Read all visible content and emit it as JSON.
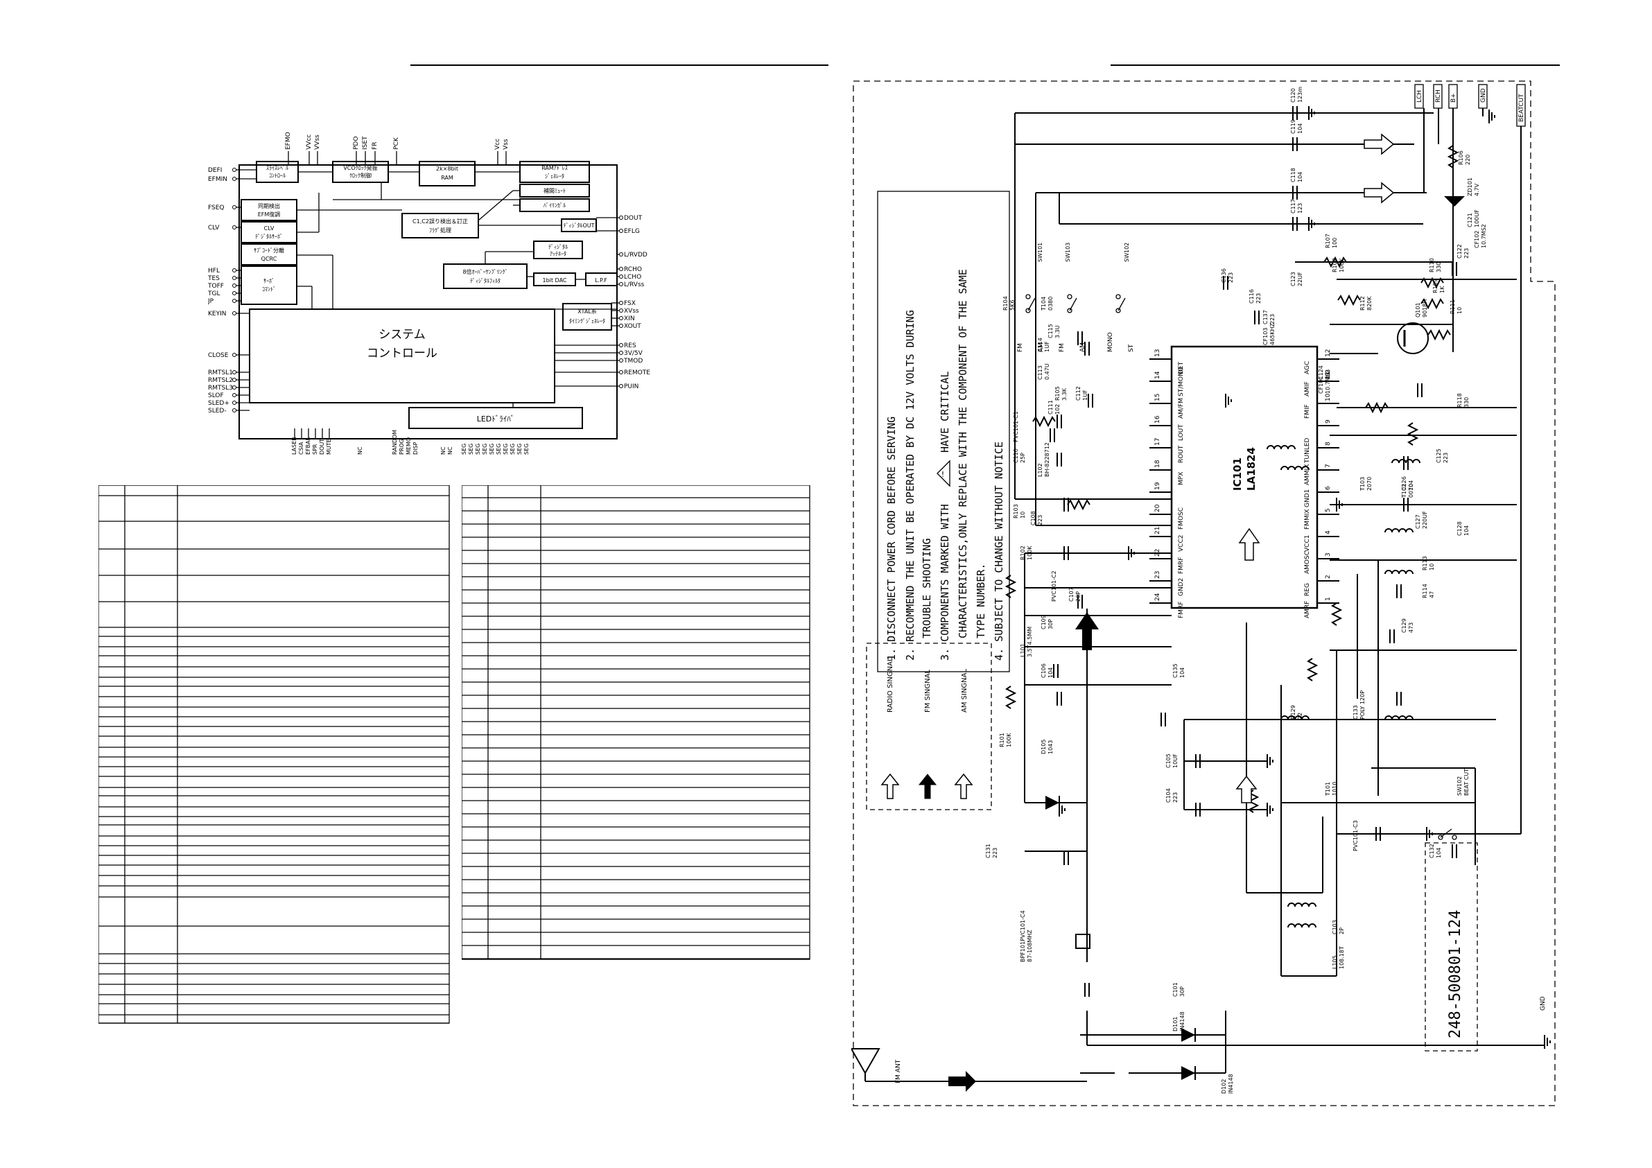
{
  "block_diagram": {
    "system_control_line1": "システム",
    "system_control_line2": "コントロール",
    "top_pins": [
      "EFMO",
      "VVcc",
      "VVss",
      "PDO",
      "ISET",
      "FR",
      "PCK",
      "Vcc",
      "Vss"
    ],
    "left_pins": [
      "DEFI",
      "EFMIN",
      "FSEQ",
      "CLV",
      "HFL",
      "TES",
      "TOFF",
      "TGL",
      "JP",
      "KEYIN",
      "CLOSE",
      "RMTSL1",
      "RMTSL2",
      "RMTSL3",
      "SLOF",
      "SLED+",
      "SLED-"
    ],
    "right_pins": [
      "DOUT",
      "EFLG",
      "L/RVDD",
      "RCHO",
      "LCHO",
      "L/RVss",
      "FSX",
      "XVss",
      "XIN",
      "XOUT",
      "RES",
      "3V/5V",
      "TMOD",
      "REMOTE",
      "PUIN"
    ],
    "bottom_pins": [
      "LASER",
      "CSIA",
      "EFBAL",
      "SPR",
      "DOUT",
      "MUTE",
      "NC",
      "RANDOM",
      "PROG",
      "MEMO",
      "DISP",
      "NC",
      "NC",
      "SEG"
    ],
    "blocks": {
      "slice_level": "ｽﾗｲｽﾚﾍﾞﾙ\nｺﾝﾄﾛｰﾙ",
      "vco": "VCOｸﾛｯｸ発振\nｸﾛｯｸ制御",
      "ram": "2k×8bit\nRAM",
      "ram_addr": "RAMｱﾄﾞﾚｽ\nｼﾞｪﾈﾚｰﾀ",
      "interp": "補間ﾐｭｰﾄ",
      "bilingual": "ﾊﾞｲﾘﾝｶﾞﾙ",
      "sync": "同期検出\nEFM復調",
      "clv": "CLV\nﾃﾞｼﾞﾀﾙｻｰﾎﾞ",
      "subcode": "ｻﾌﾞｺｰﾄﾞ分離\nQCRC",
      "servo": "ｻｰﾎﾞ\nｺﾏﾝﾄﾞ",
      "c1c2": "C1,C2誤り検出＆訂正\nﾌﾗｸﾞ処理",
      "digital_out": "ﾃﾞｨｼﾞﾀﾙOUT",
      "digital_att": "ﾃﾞｨｼﾞﾀﾙ\nｱｯﾃﾈｰﾀ",
      "oversample": "8倍ｵｰﾊﾞｰｻﾝﾌﾟﾘﾝｸﾞ\nﾃﾞｨｼﾞﾀﾙﾌｨﾙﾀ",
      "dac": "1bit DAC",
      "lpf": "L.P.F",
      "xtal": "XTAL系\nﾀｲﾐﾝｸﾞｼﾞｪﾈﾚｰﾀ",
      "led_driver": "LEDﾄﾞﾗｲﾊﾞ"
    }
  },
  "schematic": {
    "notes": [
      "1. DISCONNECT POWER CORD BEFORE SERVING",
      "2. RECOMMEND THE UNIT BE OPERATED BY DC 12V VOLTS DURING",
      "TROUBLE SHOOTING",
      "3. COMPONENTS MARKED WITH",
      "HAVE CRITICAL",
      "CHARACTERISTICS,ONLY REPLACE WITH THE COMPONENT OF THE SAME",
      "TYPE NUMBER.",
      "4. SUBJECT TO CHANGE WITHOUT NOTICE"
    ],
    "legend": [
      "RADIO SINGNAL",
      "FM SINGNAL",
      "AM SINGNAL"
    ],
    "part_number": "248-500801-124",
    "ic": {
      "ref": "IC101",
      "name": "LA1824"
    },
    "ic_left_pins": [
      {
        "n": "13",
        "label": "DET"
      },
      {
        "n": "14",
        "label": "ST/MONO"
      },
      {
        "n": "15",
        "label": "AM/FM"
      },
      {
        "n": "16",
        "label": "LOUT"
      },
      {
        "n": "17",
        "label": "ROUT"
      },
      {
        "n": "18",
        "label": "MPX"
      },
      {
        "n": "19",
        "label": ""
      },
      {
        "n": "20",
        "label": "FMOSC"
      },
      {
        "n": "21",
        "label": "VCC2"
      },
      {
        "n": "22",
        "label": "FMRF"
      },
      {
        "n": "23",
        "label": "GND2"
      },
      {
        "n": "24",
        "label": "FMRF"
      }
    ],
    "ic_right_pins": [
      {
        "n": "12",
        "label": "AGC"
      },
      {
        "n": "11",
        "label": "AMIF"
      },
      {
        "n": "10",
        "label": "FMIF"
      },
      {
        "n": "9",
        "label": ""
      },
      {
        "n": "8",
        "label": "TUNLED"
      },
      {
        "n": "7",
        "label": "AMMIX"
      },
      {
        "n": "6",
        "label": "GND1"
      },
      {
        "n": "5",
        "label": "FMMIX"
      },
      {
        "n": "4",
        "label": "VCC1"
      },
      {
        "n": "3",
        "label": "AMOSC"
      },
      {
        "n": "2",
        "label": "REG"
      },
      {
        "n": "1",
        "label": "AMRF"
      }
    ],
    "connectors": [
      "LCH",
      "RCH",
      "B+",
      "GND",
      "BEATCUT"
    ],
    "components": [
      {
        "ref": "C120",
        "value": "123m"
      },
      {
        "ref": "C119",
        "value": "104"
      },
      {
        "ref": "C118",
        "value": "104"
      },
      {
        "ref": "C117",
        "value": "123"
      },
      {
        "ref": "R106",
        "value": "220"
      },
      {
        "ref": "ZD101",
        "value": "4.7V"
      },
      {
        "ref": "C121",
        "value": "100UF"
      },
      {
        "ref": "C122",
        "value": "223"
      },
      {
        "ref": "CF102",
        "value": "10.7MS2"
      },
      {
        "ref": "R107",
        "value": "100"
      },
      {
        "ref": "R108",
        "value": "100K"
      },
      {
        "ref": "R110",
        "value": "330"
      },
      {
        "ref": "R109",
        "value": "1K"
      },
      {
        "ref": "Q101",
        "value": "9018H"
      },
      {
        "ref": "R112",
        "value": "820K"
      },
      {
        "ref": "R111",
        "value": "10"
      },
      {
        "ref": "C123",
        "value": "22UF"
      },
      {
        "ref": "C137",
        "value": "223"
      },
      {
        "ref": "CF103",
        "value": "465KHZ"
      },
      {
        "ref": "C124",
        "value": "103"
      },
      {
        "ref": "R118",
        "value": "330"
      },
      {
        "ref": "CF101",
        "value": "10.7MS2"
      },
      {
        "ref": "C125",
        "value": "223"
      },
      {
        "ref": "T102",
        "value": "0070"
      },
      {
        "ref": "C126",
        "value": "104"
      },
      {
        "ref": "T103",
        "value": "2070"
      },
      {
        "ref": "C127",
        "value": "220UF"
      },
      {
        "ref": "C128",
        "value": "104"
      },
      {
        "ref": "R113",
        "value": "10"
      },
      {
        "ref": "R114",
        "value": "47"
      },
      {
        "ref": "C129",
        "value": "473"
      },
      {
        "ref": "C116",
        "value": "223"
      },
      {
        "ref": "C136",
        "value": "223"
      },
      {
        "ref": "SW101",
        "value": ""
      },
      {
        "ref": "SW103",
        "value": ""
      },
      {
        "ref": "SW102",
        "value": ""
      },
      {
        "ref": "R104",
        "value": "5K6"
      },
      {
        "ref": "T104",
        "value": "0380"
      },
      {
        "ref": "C115",
        "value": "3.3U"
      },
      {
        "ref": "C114",
        "value": "1UF"
      },
      {
        "ref": "C113",
        "value": "0.47U"
      },
      {
        "ref": "R105",
        "value": "3.3K"
      },
      {
        "ref": "C112",
        "value": "1UF"
      },
      {
        "ref": "C111",
        "value": "102"
      },
      {
        "ref": "PVC101-C1",
        "value": ""
      },
      {
        "ref": "C110",
        "value": "25P"
      },
      {
        "ref": "L102",
        "value": "BH-8228712"
      },
      {
        "ref": "R103",
        "value": "10"
      },
      {
        "ref": "C108",
        "value": "223"
      },
      {
        "ref": "R102",
        "value": "100K"
      },
      {
        "ref": "PVC101-C2",
        "value": ""
      },
      {
        "ref": "C107",
        "value": "20P"
      },
      {
        "ref": "C109",
        "value": "30P"
      },
      {
        "ref": "L101",
        "value": "3.5T4.5MM"
      },
      {
        "ref": "C106",
        "value": "104"
      },
      {
        "ref": "C135",
        "value": "104"
      },
      {
        "ref": "R101",
        "value": "100K"
      },
      {
        "ref": "D105",
        "value": "1043"
      },
      {
        "ref": "C105",
        "value": "10UF"
      },
      {
        "ref": "C104",
        "value": "223"
      },
      {
        "ref": "R129",
        "value": "22"
      },
      {
        "ref": "C133",
        "value": "POLY 120P"
      },
      {
        "ref": "T101",
        "value": "1010"
      },
      {
        "ref": "PVC101-C3",
        "value": ""
      },
      {
        "ref": "C132",
        "value": "104"
      },
      {
        "ref": "SW102",
        "value": "BEAT CUT"
      },
      {
        "ref": "C131",
        "value": "223"
      },
      {
        "ref": "C103",
        "value": "2P"
      },
      {
        "ref": "L105",
        "value": "108.18T"
      },
      {
        "ref": "PVC101-C4",
        "value": ""
      },
      {
        "ref": "BPF101",
        "value": "87-108MHZ"
      },
      {
        "ref": "C101",
        "value": "30P"
      },
      {
        "ref": "D101",
        "value": "IN4148"
      },
      {
        "ref": "D102",
        "value": "IN4148"
      }
    ],
    "switch_labels": [
      "FM",
      "AM",
      "FM",
      "AM",
      "MONO",
      "ST"
    ],
    "fm_ant": "FM ANT",
    "gnd_label": "GND"
  }
}
